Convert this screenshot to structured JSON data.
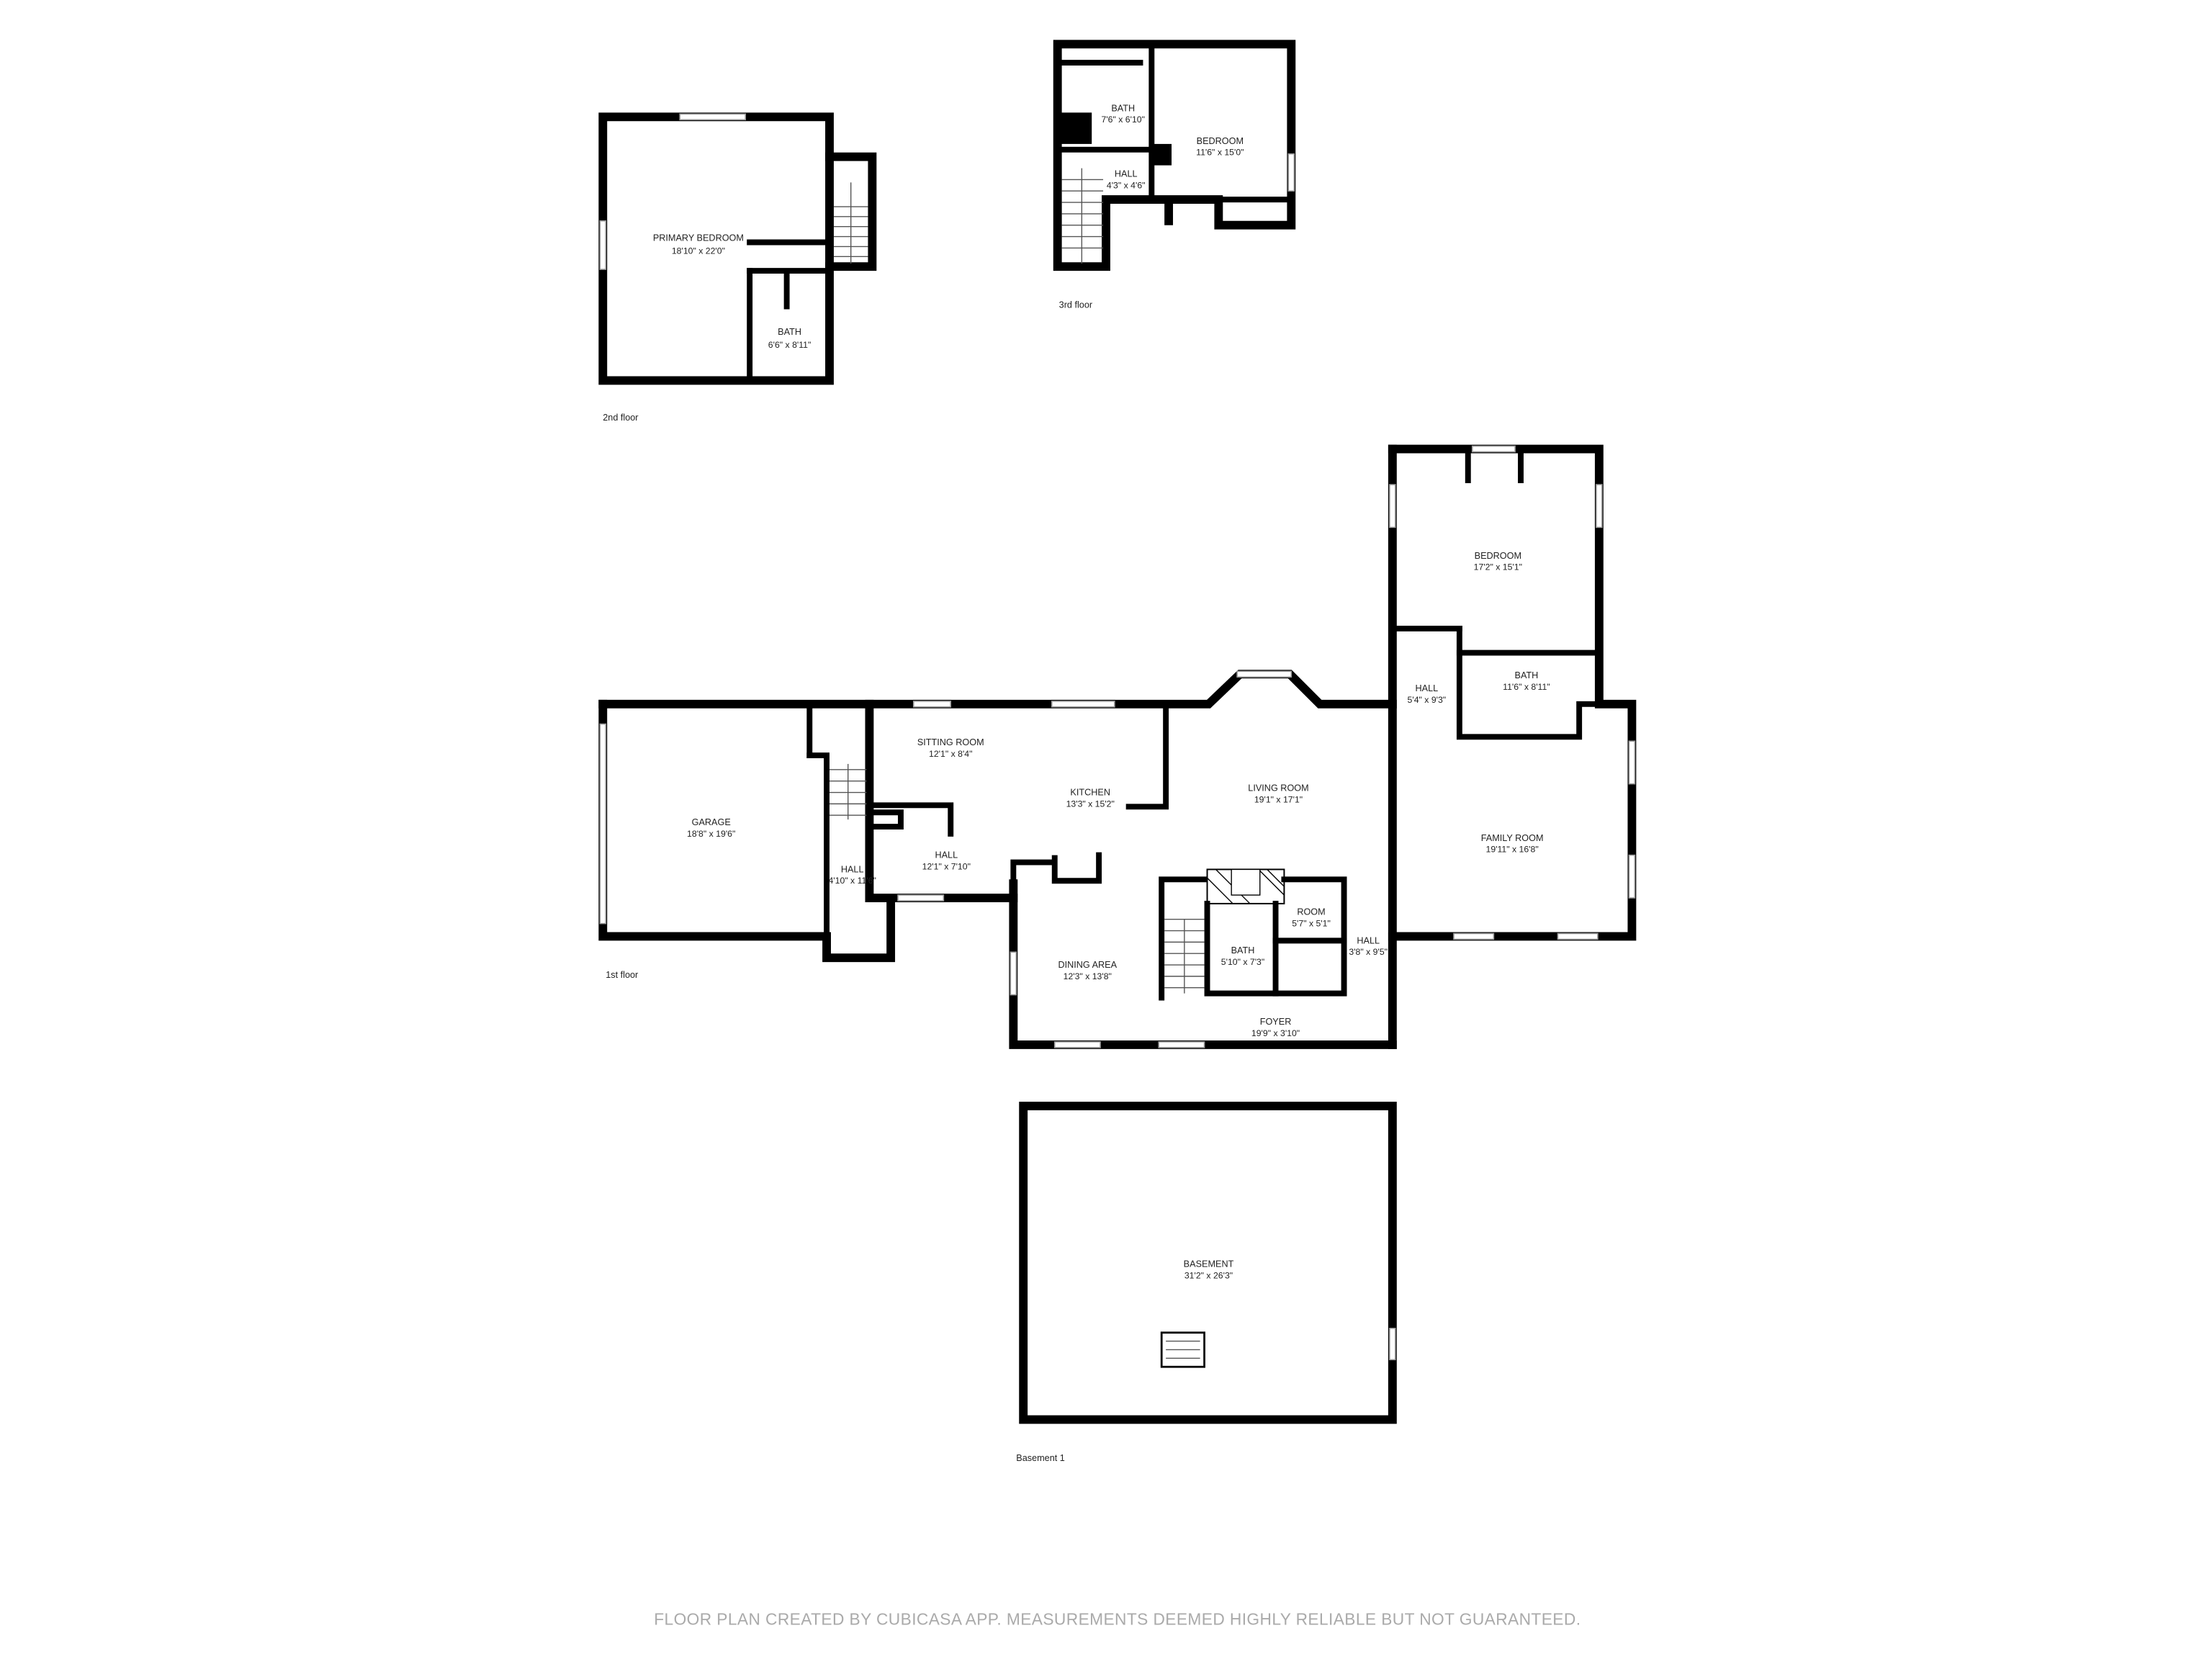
{
  "floors": {
    "second": {
      "label": "2nd floor",
      "rooms": [
        {
          "name": "PRIMARY BEDROOM",
          "dims": "18'10\" x 22'0\""
        },
        {
          "name": "BATH",
          "dims": "6'6\" x 8'11\""
        }
      ]
    },
    "third": {
      "label": "3rd floor",
      "rooms": [
        {
          "name": "BATH",
          "dims": "7'6\" x 6'10\""
        },
        {
          "name": "BEDROOM",
          "dims": "11'6\" x 15'0\""
        },
        {
          "name": "HALL",
          "dims": "4'3\" x 4'6\""
        }
      ]
    },
    "first": {
      "label": "1st floor",
      "rooms": [
        {
          "name": "GARAGE",
          "dims": "18'8\" x 19'6\""
        },
        {
          "name": "HALL",
          "dims": "4'10\" x 11'6\""
        },
        {
          "name": "SITTING ROOM",
          "dims": "12'1\" x 8'4\""
        },
        {
          "name": "KITCHEN",
          "dims": "13'3\" x 15'2\""
        },
        {
          "name": "HALL",
          "dims": "12'1\" x 7'10\""
        },
        {
          "name": "LIVING ROOM",
          "dims": "19'1\" x 17'1\""
        },
        {
          "name": "DINING AREA",
          "dims": "12'3\" x 13'8\""
        },
        {
          "name": "BATH",
          "dims": "5'10\" x 7'3\""
        },
        {
          "name": "ROOM",
          "dims": "5'7\" x 5'1\""
        },
        {
          "name": "HALL",
          "dims": "3'8\" x 9'5\""
        },
        {
          "name": "FOYER",
          "dims": "19'9\" x 3'10\""
        },
        {
          "name": "BEDROOM",
          "dims": "17'2\" x 15'1\""
        },
        {
          "name": "HALL",
          "dims": "5'4\" x 9'3\""
        },
        {
          "name": "BATH",
          "dims": "11'6\" x 8'11\""
        },
        {
          "name": "FAMILY ROOM",
          "dims": "19'11\" x 16'8\""
        }
      ]
    },
    "basement": {
      "label": "Basement 1",
      "rooms": [
        {
          "name": "BASEMENT",
          "dims": "31'2\" x 26'3\""
        }
      ]
    }
  },
  "footer": "FLOOR PLAN CREATED BY CUBICASA APP. MEASUREMENTS DEEMED HIGHLY RELIABLE BUT NOT GUARANTEED.",
  "colors": {
    "walls": "#000000",
    "footer_text": "#aaaaaa",
    "background": "#ffffff"
  }
}
